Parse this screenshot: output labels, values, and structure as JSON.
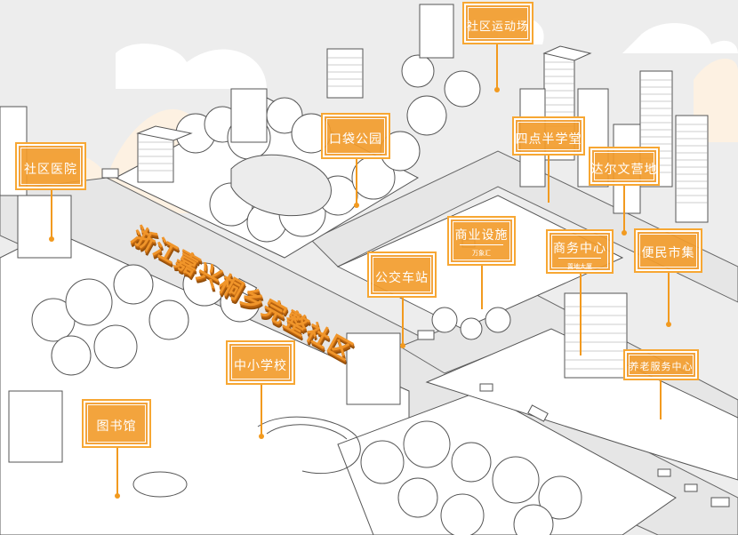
{
  "title": "浙江嘉兴桐乡完整社区",
  "colors": {
    "label_fill": "#f29c2c",
    "label_border": "#f7a733",
    "pin": "#f29a1f",
    "background": "#ededed",
    "cloud": "#fdf1e2",
    "line": "#555555",
    "title_text": "#f0952a",
    "title_shadow": "#a95a0c"
  },
  "labels": {
    "sports": {
      "text": "社区运动场"
    },
    "park": {
      "text": "口袋公园"
    },
    "hospital": {
      "text": "社区医院"
    },
    "afterschool": {
      "text": "四点半学堂"
    },
    "camp": {
      "text": "达尔文营地"
    },
    "commercial": {
      "text": "商业设施",
      "sub": "万象汇"
    },
    "business": {
      "text": "商务中心",
      "sub": "置地大厦"
    },
    "market": {
      "text": "便民市集"
    },
    "bus": {
      "text": "公交车站"
    },
    "school": {
      "text": "中小学校"
    },
    "library": {
      "text": "图书馆"
    },
    "elderly": {
      "text": "养老服务中心"
    }
  }
}
